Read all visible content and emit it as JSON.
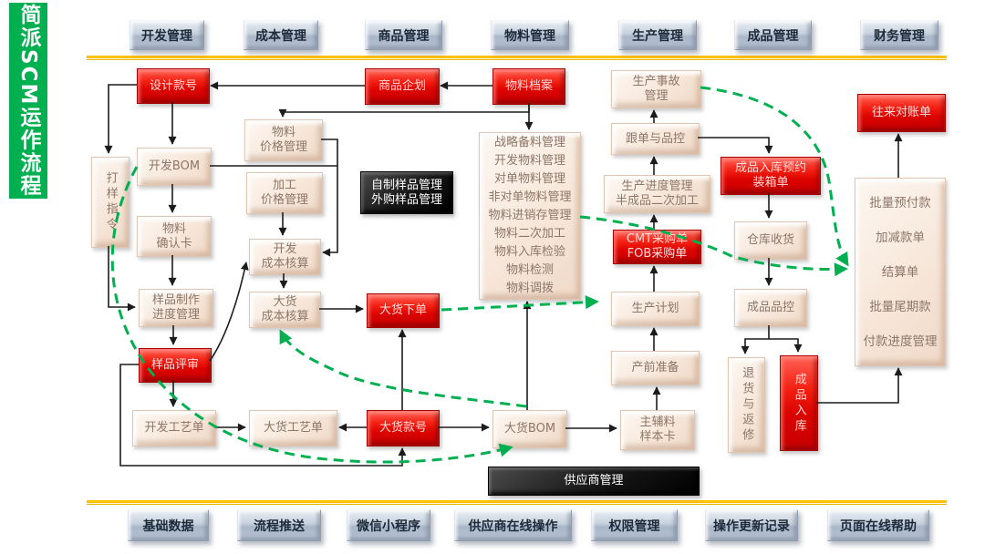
{
  "banner": {
    "title": "简派SCM运作流程"
  },
  "top_tabs": [
    {
      "label": "开发管理"
    },
    {
      "label": "成本管理"
    },
    {
      "label": "商品管理"
    },
    {
      "label": "物料管理"
    },
    {
      "label": "生产管理"
    },
    {
      "label": "成品管理"
    },
    {
      "label": "财务管理"
    }
  ],
  "bottom_tabs": [
    {
      "label": "基础数据"
    },
    {
      "label": "流程推送"
    },
    {
      "label": "微信小程序"
    },
    {
      "label": "供应商在线操作"
    },
    {
      "label": "权限管理"
    },
    {
      "label": "操作更新记录"
    },
    {
      "label": "页面在线帮助"
    }
  ],
  "nodes": {
    "design-style-no": {
      "label": "设计款号"
    },
    "sample-instruction": {
      "label": "打样指令"
    },
    "dev-bom": {
      "label": "开发BOM"
    },
    "material-confirm-card": {
      "label": "物料\n确认卡"
    },
    "sample-progress": {
      "label": "样品制作\n进度管理"
    },
    "sample-review": {
      "label": "样品评审"
    },
    "dev-process-sheet": {
      "label": "开发工艺单"
    },
    "bulk-process-sheet": {
      "label": "大货工艺单"
    },
    "material-price": {
      "label": "物料\n价格管理"
    },
    "process-price": {
      "label": "加工\n价格管理"
    },
    "dev-costing": {
      "label": "开发\n成本核算"
    },
    "bulk-costing": {
      "label": "大货\n成本核算"
    },
    "product-planning": {
      "label": "商品企划"
    },
    "sample-mgmt-black": {
      "label": "自制样品管理\n外购样品管理"
    },
    "bulk-order": {
      "label": "大货下单"
    },
    "bulk-style-no": {
      "label": "大货款号"
    },
    "bulk-bom": {
      "label": "大货BOM"
    },
    "material-archive": {
      "label": "物料档案"
    },
    "material-functions": {
      "label": "战略备料管理\n开发物料管理\n对单物料管理\n非对单物料管理\n物料进销存管理\n物料二次加工\n物料入库检验\n物料检测\n物料调拨"
    },
    "supplier-mgmt": {
      "label": "供应商管理"
    },
    "production-accident": {
      "label": "生产事故\n管理"
    },
    "follow-up-qc": {
      "label": "跟单与品控"
    },
    "production-progress": {
      "label": "生产进度管理\n半成品二次加工"
    },
    "cmt-fob-po": {
      "label": "CMT采购单\nFOB采购单"
    },
    "production-plan": {
      "label": "生产计划"
    },
    "pre-production": {
      "label": "产前准备"
    },
    "main-aux-sample-card": {
      "label": "主辅料\n样本卡"
    },
    "fg-inbound-booking": {
      "label": "成品入库预约\n装箱单"
    },
    "warehouse-receipt": {
      "label": "仓库收货"
    },
    "fg-qc": {
      "label": "成品品控"
    },
    "returns-repair": {
      "label": "退货与返修"
    },
    "fg-inbound": {
      "label": "成品入库"
    },
    "reconciliation": {
      "label": "往来对账单"
    },
    "finance-functions": {
      "label": "批量预付款\n加减款单\n结算单\n批量尾期款\n付款进度管理"
    }
  },
  "colors": {
    "banner_green": "#00B050",
    "flow_green": "#00B050",
    "box_red": "#DC0300",
    "box_tan": "#F6E4D6",
    "box_black": "#000000",
    "tab_gray_blue": "#B8C3D3",
    "separator_yellow": "#FFC000",
    "arrow_black": "#1c1c1c"
  }
}
